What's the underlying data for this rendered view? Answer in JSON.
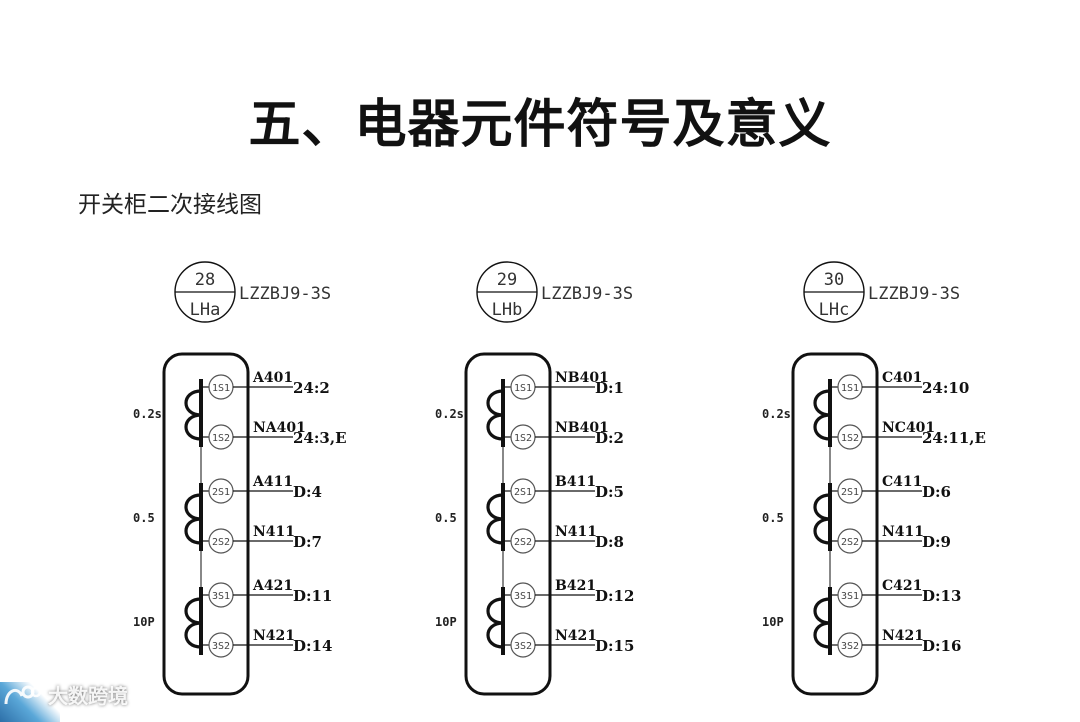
{
  "page": {
    "title": "五、电器元件符号及意义",
    "subtitle": "开关柜二次接线图"
  },
  "transformers": [
    {
      "number": "28",
      "name": "LHa",
      "model": "LZZBJ9-3S",
      "cores": [
        {
          "class": "0.2s",
          "terms": [
            {
              "id": "1S1",
              "wire": "A401",
              "dest": "24:2"
            },
            {
              "id": "1S2",
              "wire": "NA401",
              "dest": "24:3,E"
            }
          ]
        },
        {
          "class": "0.5",
          "terms": [
            {
              "id": "2S1",
              "wire": "A411",
              "dest": "D:4"
            },
            {
              "id": "2S2",
              "wire": "N411",
              "dest": "D:7"
            }
          ]
        },
        {
          "class": "10P",
          "terms": [
            {
              "id": "3S1",
              "wire": "A421",
              "dest": "D:11"
            },
            {
              "id": "3S2",
              "wire": "N421",
              "dest": "D:14"
            }
          ]
        }
      ]
    },
    {
      "number": "29",
      "name": "LHb",
      "model": "LZZBJ9-3S",
      "cores": [
        {
          "class": "0.2s",
          "terms": [
            {
              "id": "1S1",
              "wire": "NB401",
              "dest": "D:1"
            },
            {
              "id": "1S2",
              "wire": "NB401",
              "dest": "D:2"
            }
          ]
        },
        {
          "class": "0.5",
          "terms": [
            {
              "id": "2S1",
              "wire": "B411",
              "dest": "D:5"
            },
            {
              "id": "2S2",
              "wire": "N411",
              "dest": "D:8"
            }
          ]
        },
        {
          "class": "10P",
          "terms": [
            {
              "id": "3S1",
              "wire": "B421",
              "dest": "D:12"
            },
            {
              "id": "3S2",
              "wire": "N421",
              "dest": "D:15"
            }
          ]
        }
      ]
    },
    {
      "number": "30",
      "name": "LHc",
      "model": "LZZBJ9-3S",
      "cores": [
        {
          "class": "0.2s",
          "terms": [
            {
              "id": "1S1",
              "wire": "C401",
              "dest": "24:10"
            },
            {
              "id": "1S2",
              "wire": "NC401",
              "dest": "24:11,E"
            }
          ]
        },
        {
          "class": "0.5",
          "terms": [
            {
              "id": "2S1",
              "wire": "C411",
              "dest": "D:6"
            },
            {
              "id": "2S2",
              "wire": "N411",
              "dest": "D:9"
            }
          ]
        },
        {
          "class": "10P",
          "terms": [
            {
              "id": "3S1",
              "wire": "C421",
              "dest": "D:13"
            },
            {
              "id": "3S2",
              "wire": "N421",
              "dest": "D:16"
            }
          ]
        }
      ]
    }
  ],
  "watermark": {
    "text": "大数跨境"
  }
}
